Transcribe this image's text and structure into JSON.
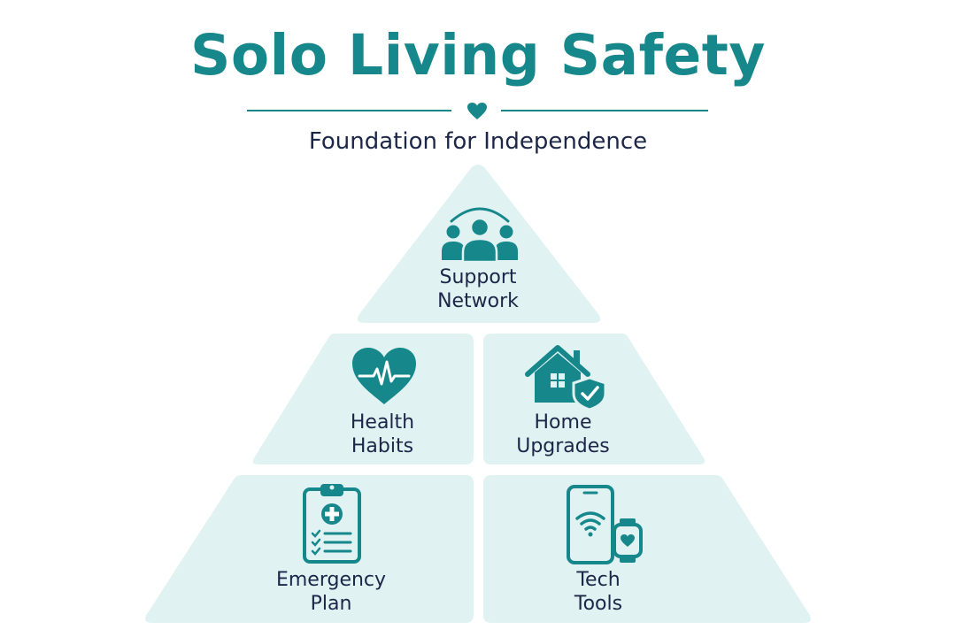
{
  "header": {
    "title": "Solo Living Safety",
    "subtitle": "Foundation for Independence"
  },
  "tiers": [
    {
      "id": "support-network",
      "line1": "Support",
      "line2": "Network",
      "icon": "people-group-icon"
    },
    {
      "id": "health-habits",
      "line1": "Health",
      "line2": "Habits",
      "icon": "heart-pulse-icon"
    },
    {
      "id": "home-upgrades",
      "line1": "Home",
      "line2": "Upgrades",
      "icon": "home-shield-icon"
    },
    {
      "id": "emergency-plan",
      "line1": "Emergency",
      "line2": "Plan",
      "icon": "medical-clipboard-icon"
    },
    {
      "id": "tech-tools",
      "line1": "Tech",
      "line2": "Tools",
      "icon": "phone-smartwatch-icon"
    }
  ],
  "colors": {
    "accent": "#16878a",
    "tier_fill": "#e0f2f2",
    "text_dark": "#1c2748",
    "background": "#ffffff"
  }
}
